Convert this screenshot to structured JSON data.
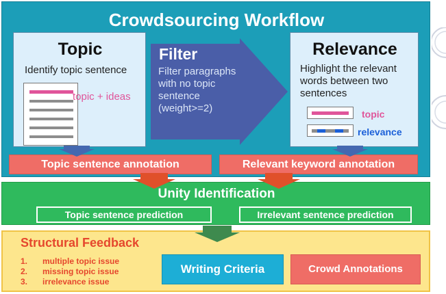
{
  "crowdsourcing": {
    "title": "Crowdsourcing Workflow",
    "topic": {
      "title": "Topic",
      "subtitle": "Identify topic sentence",
      "highlight_label": "topic + ideas"
    },
    "filter": {
      "title": "Filter",
      "description": [
        "Filter paragraphs",
        "with no topic",
        "sentence",
        "(weight>=2)"
      ]
    },
    "relevance": {
      "title": "Relevance",
      "subtitle": [
        "Highlight the relevant",
        "words between two",
        "sentences"
      ],
      "legend": [
        {
          "label": "topic",
          "color": "#e0559a"
        },
        {
          "label": "relevance",
          "color": "#1a5fd8"
        }
      ]
    },
    "annotations": [
      "Topic sentence annotation",
      "Relevant keyword annotation"
    ]
  },
  "unity": {
    "title": "Unity Identification",
    "predictions": [
      "Topic sentence prediction",
      "Irrelevant sentence prediction"
    ]
  },
  "structural": {
    "title": "Structural Feedback",
    "issues": [
      {
        "num": "1.",
        "text": "multiple topic issue"
      },
      {
        "num": "2.",
        "text": "missing topic issue"
      },
      {
        "num": "3.",
        "text": "irrelevance issue"
      }
    ],
    "writing_criteria": "Writing Criteria",
    "crowd_annotations": "Crowd Annotations"
  },
  "colors": {
    "crowd_bg": "#1c9eb8",
    "unity_bg": "#2fba5d",
    "structural_bg": "#fde68d",
    "annotation": "#ef6d66",
    "filter_arrow": "#4a5ea8",
    "connector_blue": "#4468b0",
    "connector_red": "#e0502a",
    "connector_green": "#3e8a4e"
  }
}
